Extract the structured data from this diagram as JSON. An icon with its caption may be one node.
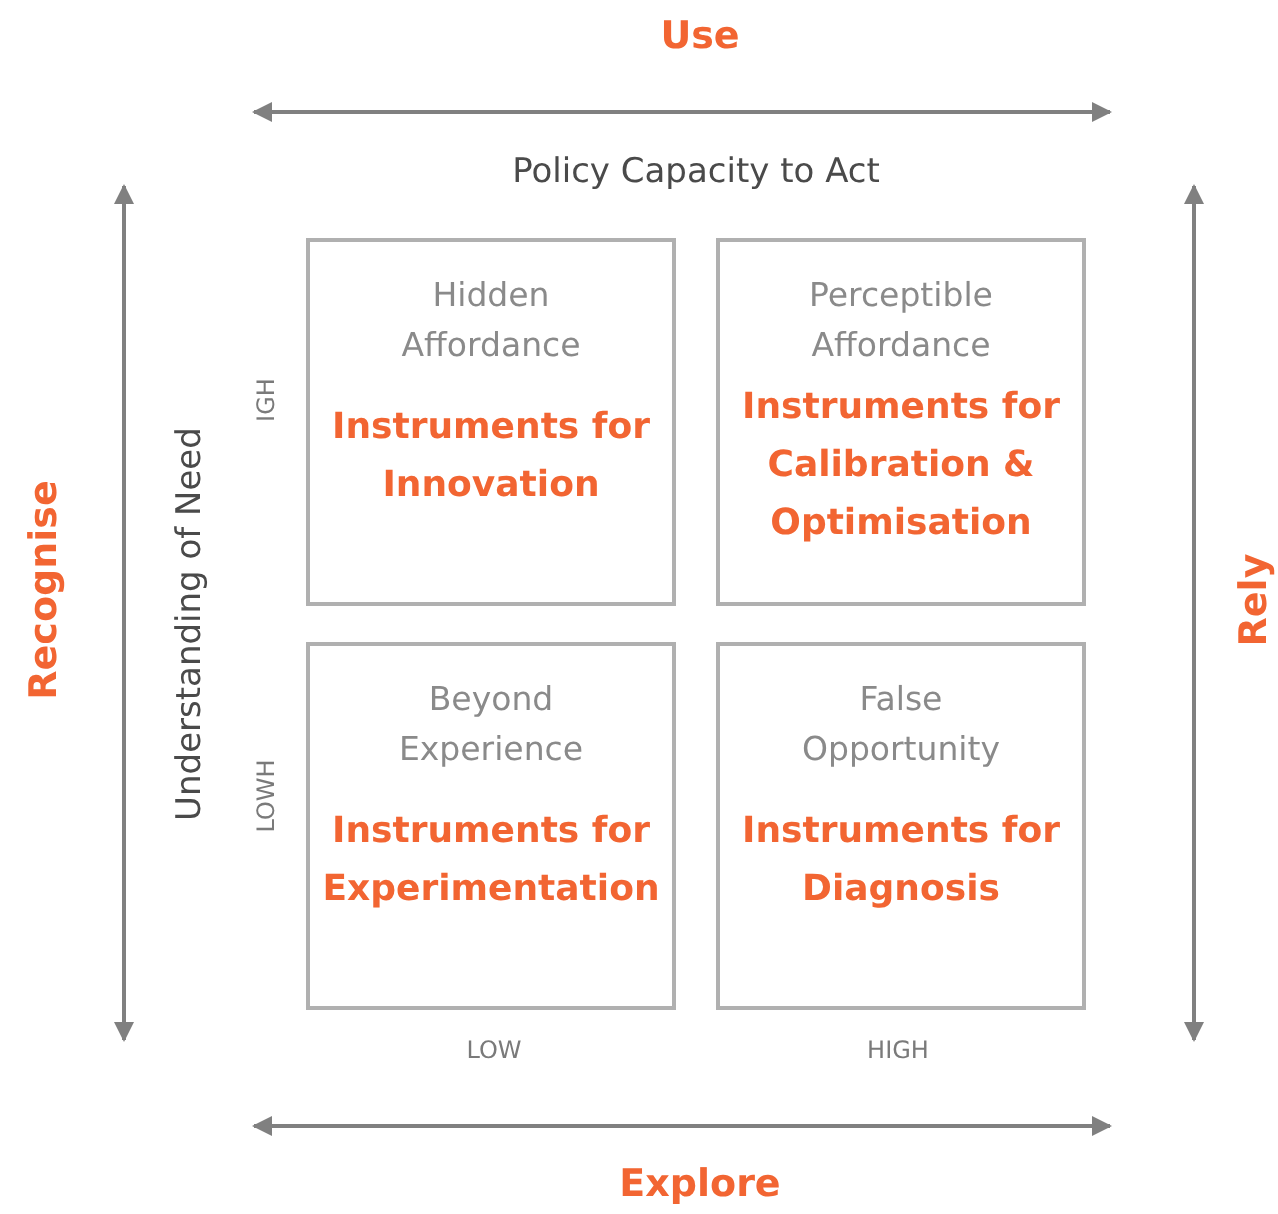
{
  "diagram": {
    "nodes": [
      {
        "text": [
          "Hidden Affordance",
          "Instruments for Innovation"
        ]
      },
      {
        "text": [
          "Perceptible Affordance",
          "Instruments for Calibration & Optimisation"
        ]
      },
      {
        "text": [
          "Beyond Experience",
          "Instruments for Experimentation"
        ]
      },
      {
        "text": [
          "False Opportunity",
          "Instruments for Diagnosis"
        ]
      }
    ],
    "labels": [
      "Use",
      "Policy Capacity to Act",
      "Recognise",
      "Understanding of Need",
      "IGH",
      "LOWH",
      "Rely",
      "LOW",
      "HIGH",
      "Explore"
    ]
  }
}
